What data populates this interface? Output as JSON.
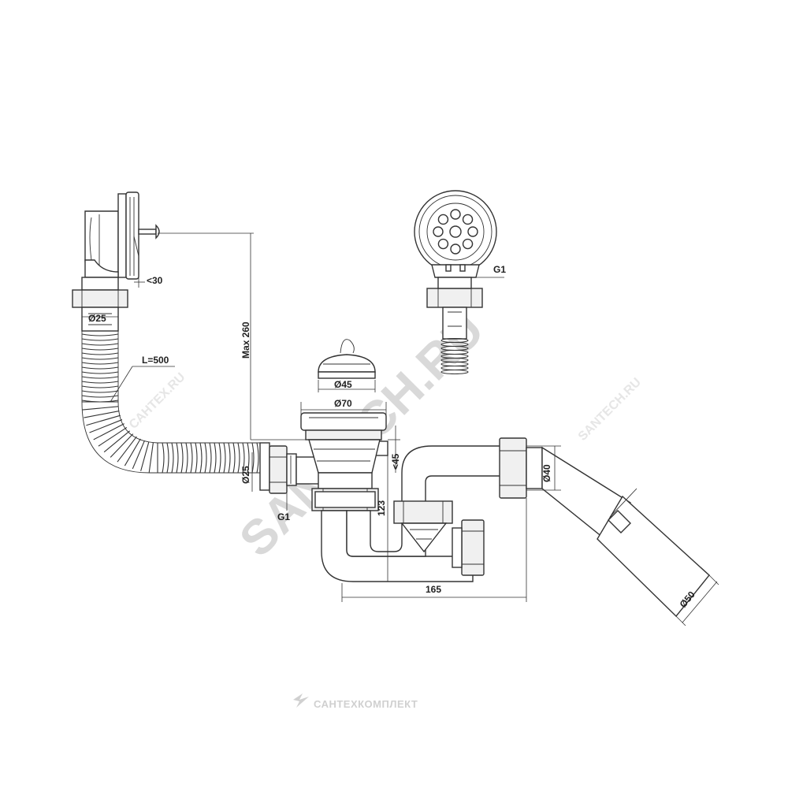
{
  "dimensions": {
    "overflow_angle": "<30",
    "overflow_hose_diameter": "Ø25",
    "hose_length": "L=500",
    "max_height": "Max 260",
    "plug_diameter": "Ø45",
    "drain_flange_diameter": "Ø70",
    "inlet_diameter": "Ø25",
    "inlet_thread": "G1",
    "drain_height": "<45",
    "trap_height": "123",
    "trap_length": "165",
    "outlet_inner_diameter": "Ø40",
    "outlet_outer_diameter": "Ø50",
    "grate_thread": "G1"
  },
  "watermark": {
    "main": "SANTECH.RU",
    "small_left": "САНТЕХ.RU",
    "small_right": "SANTECH.RU"
  },
  "footer": {
    "brand": "САНТЕХКОМПЛЕКТ"
  },
  "colors": {
    "line": "#333333",
    "watermark": "#d9d9d9",
    "background": "#ffffff"
  }
}
